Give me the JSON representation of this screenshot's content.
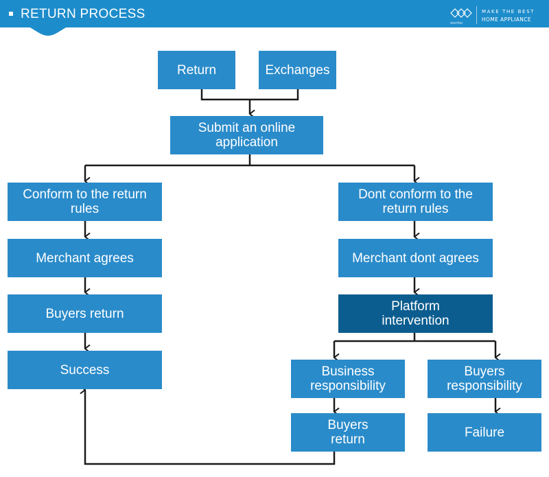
{
  "header": {
    "title": "RETURN PROCESS",
    "logo_text": "wonfoo",
    "tagline_line1": "MAKE THE BEST",
    "tagline_line2": "HOME APPLIANCE"
  },
  "colors": {
    "header": "#1d8ccb",
    "box": "#2a8bca",
    "box_highlight": "#0b5d8f",
    "connector": "#1a1a1a"
  },
  "flow": {
    "return": "Return",
    "exchanges": "Exchanges",
    "submit": "Submit an online application",
    "conform": "Conform to the return rules",
    "merchant_agrees": "Merchant agrees",
    "buyers_return_left": "Buyers return",
    "success": "Success",
    "dont_conform": "Dont conform to the return rules",
    "merchant_dont_agrees": "Merchant dont agrees",
    "platform_intervention": "Platform intervention",
    "business_responsibility": "Business responsibility",
    "buyers_responsibility": "Buyers responsibility",
    "buyers_return_right": "Buyers return",
    "failure": "Failure"
  }
}
